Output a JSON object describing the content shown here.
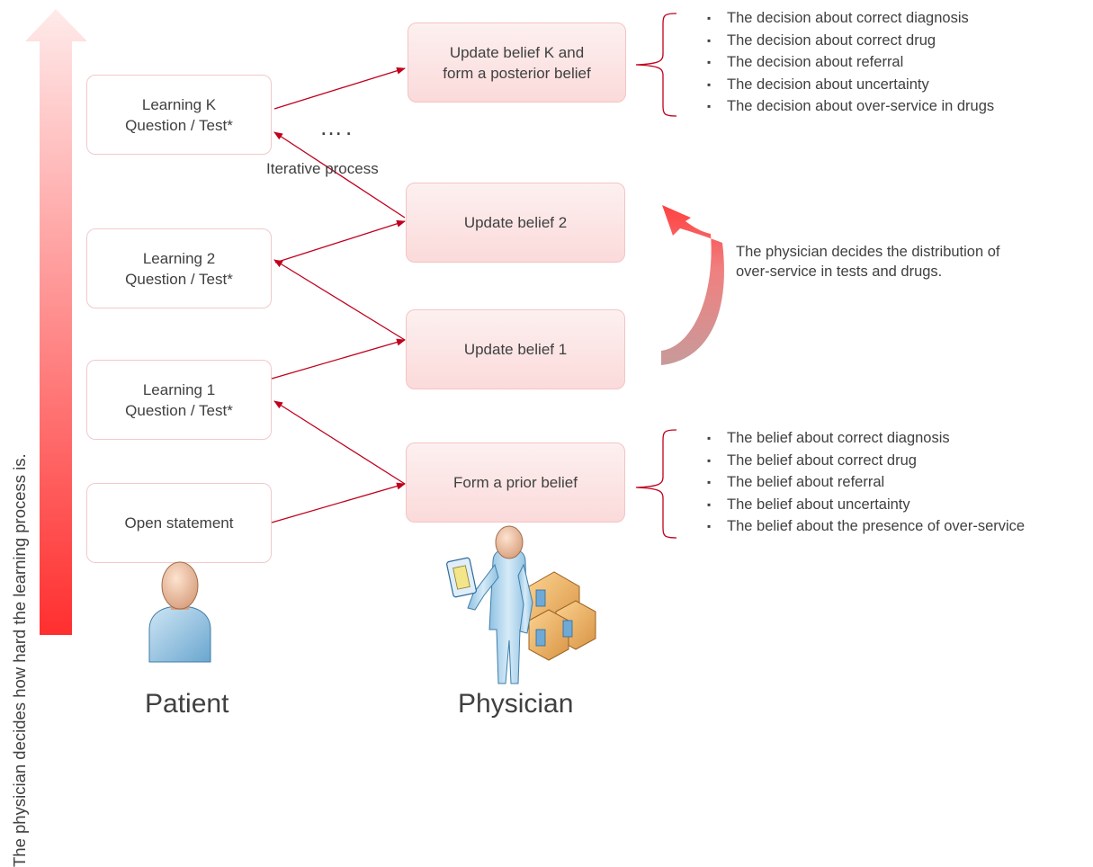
{
  "side_label": "The physician decides how hard the learning process is.",
  "patient_boxes": [
    {
      "lines": [
        "Learning K",
        "Question / Test*"
      ]
    },
    {
      "lines": [
        "Learning 2",
        "Question / Test*"
      ]
    },
    {
      "lines": [
        "Learning 1",
        "Question / Test*"
      ]
    },
    {
      "lines": [
        "Open statement"
      ]
    }
  ],
  "physician_boxes": [
    {
      "lines": [
        "Update belief K and",
        "form a posterior belief"
      ]
    },
    {
      "lines": [
        "Update belief 2"
      ]
    },
    {
      "lines": [
        "Update belief 1"
      ]
    },
    {
      "lines": [
        "Form a prior belief"
      ]
    }
  ],
  "ellipsis": "….",
  "iterative_label": "Iterative process",
  "distribution_note": [
    "The physician decides the distribution of",
    "over-service in tests and drugs."
  ],
  "decision_list": [
    "The decision about correct diagnosis",
    "The decision about correct drug",
    "The decision about referral",
    "The decision about uncertainty",
    "The decision about over-service in drugs"
  ],
  "belief_list": [
    "The belief about correct diagnosis",
    "The belief about correct drug",
    "The belief about referral",
    "The belief about uncertainty",
    "The belief about the presence of over-service"
  ],
  "captions": {
    "patient": "Patient",
    "physician": "Physician"
  },
  "colors": {
    "arrow": "#c0001e",
    "gradient_top": "#ffe9e9",
    "gradient_bottom": "#ff3030"
  }
}
